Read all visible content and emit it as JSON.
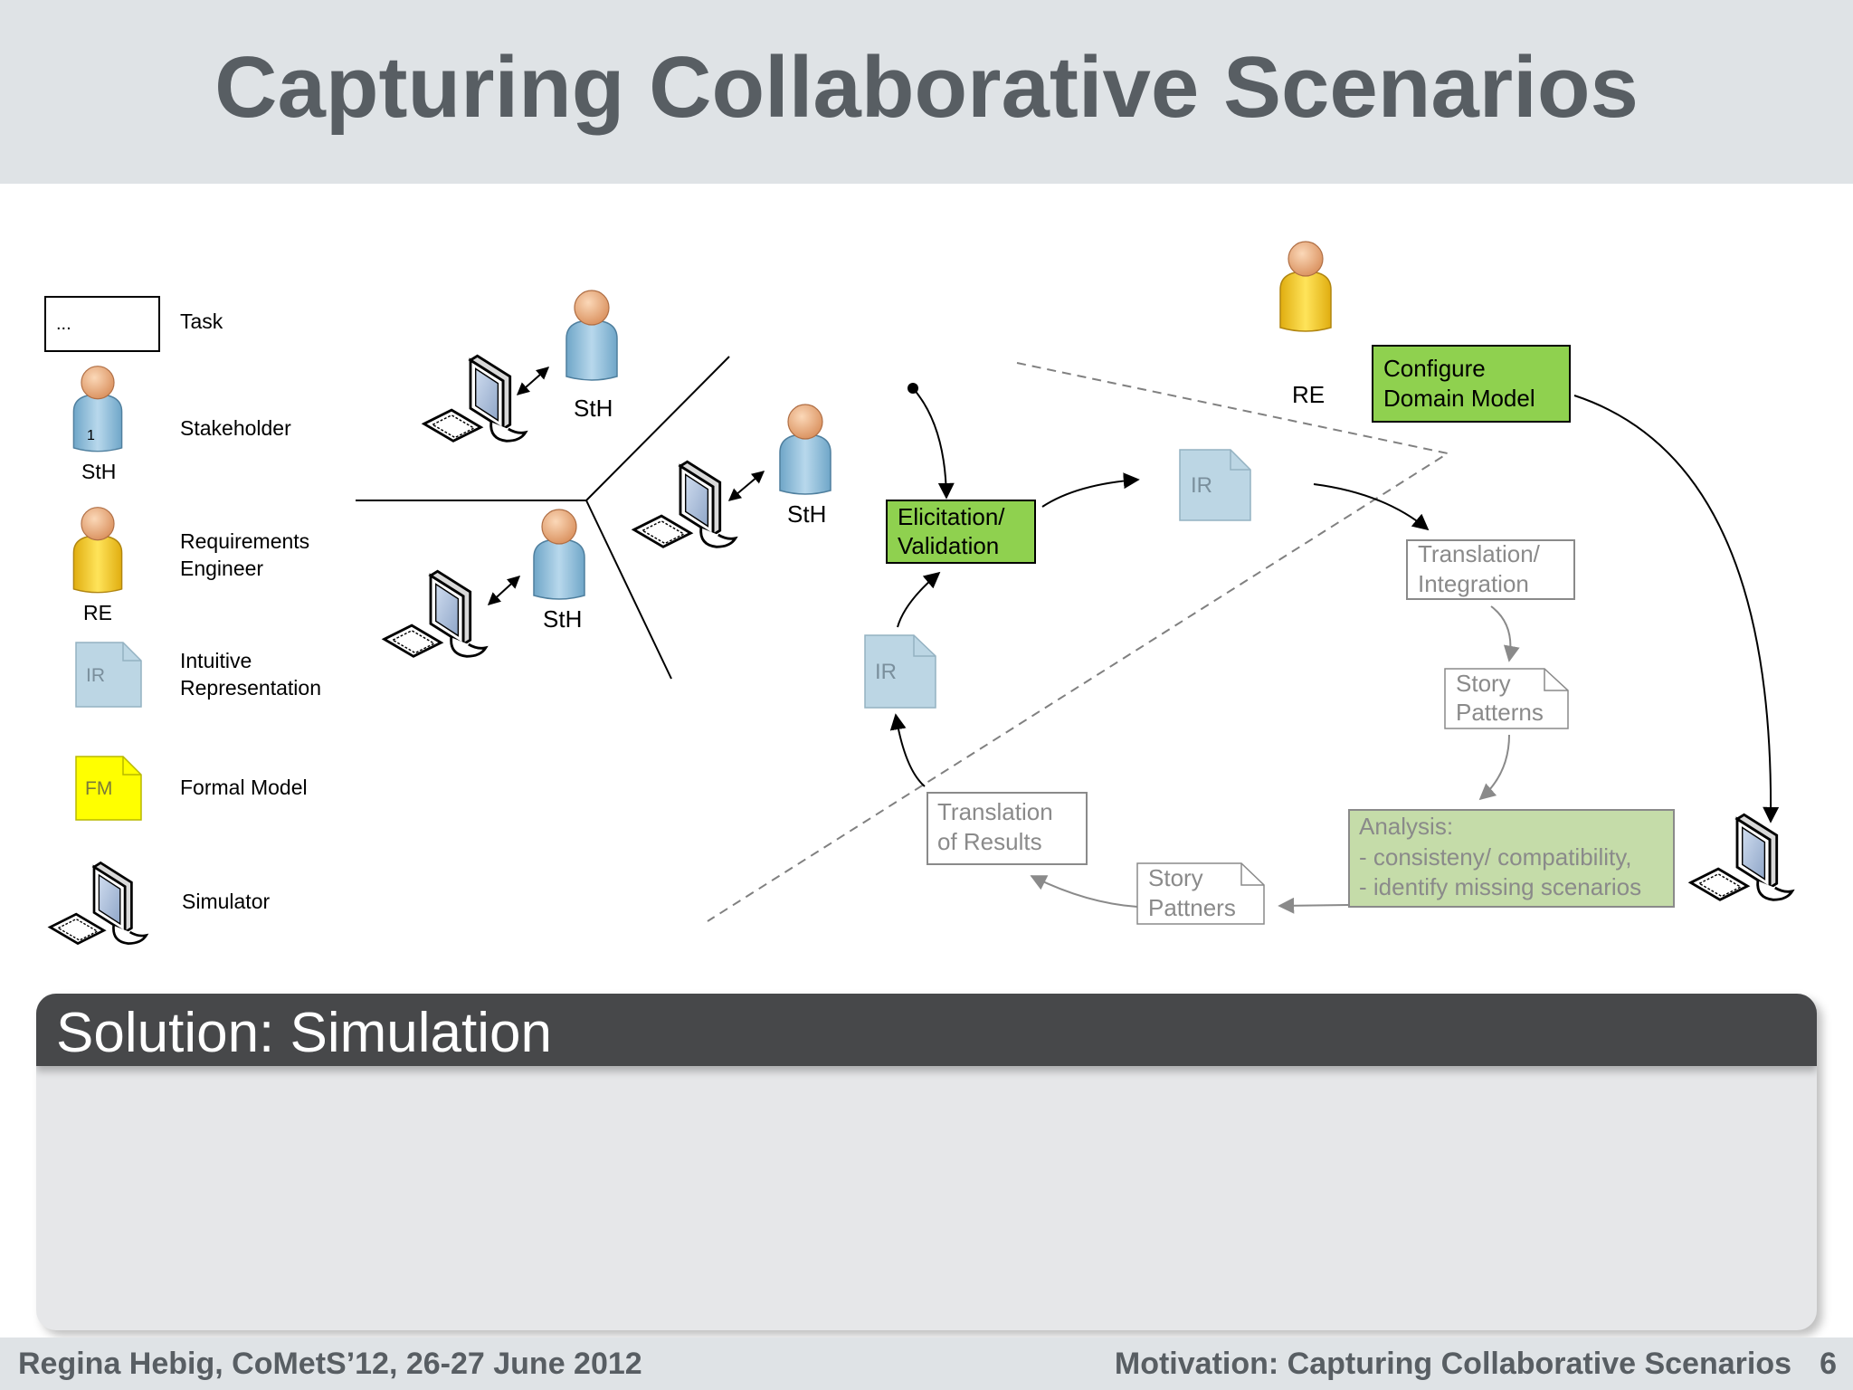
{
  "title": "Capturing Collaborative Scenarios",
  "legend": {
    "task_box_text": "...",
    "task_label": "Task",
    "stakeholder_label": "Stakeholder",
    "stakeholder_badge": "1",
    "stakeholder_abbr": "StH",
    "re_label_line1": "Requirements",
    "re_label_line2": "Engineer",
    "re_abbr": "RE",
    "ir_abbr": "IR",
    "ir_label_line1": "Intuitive",
    "ir_label_line2": "Representation",
    "fm_abbr": "FM",
    "fm_label": "Formal Model",
    "simulator_label": "Simulator"
  },
  "diagram": {
    "sth_label_1": "StH",
    "sth_label_2": "StH",
    "sth_label_3": "StH",
    "re_label": "RE",
    "elicitation_line1": "Elicitation/",
    "elicitation_line2": "Validation",
    "configure_line1": "Configure",
    "configure_line2": "Domain Model",
    "ir_top": "IR",
    "ir_left": "IR",
    "translation_integration_line1": "Translation/",
    "translation_integration_line2": "Integration",
    "story_patterns_line1": "Story",
    "story_patterns_line2": "Patterns",
    "analysis_line1": "Analysis:",
    "analysis_line2": "- consisteny/ compatibility,",
    "analysis_line3": "- identify missing scenarios",
    "story_patterns2_line1": "Story",
    "story_patterns2_line2": "Pattners",
    "translation_results_line1": "Translation",
    "translation_results_line2": "of Results"
  },
  "solution": {
    "title": "Solution: Simulation"
  },
  "footer": {
    "left": "Regina Hebig,  CoMetS’12,  26-27 June 2012",
    "right": "Motivation: Capturing Collaborative Scenarios",
    "page": "6"
  },
  "colors": {
    "task_green": "#8fd14f",
    "analysis_green": "#c5dca9",
    "ir_blue": "#bcd6e4",
    "fm_yellow": "#ffff00",
    "person_blue": "#8fbfdc",
    "person_yellow": "#f4cf29",
    "head_skin": "#eeae7c"
  }
}
